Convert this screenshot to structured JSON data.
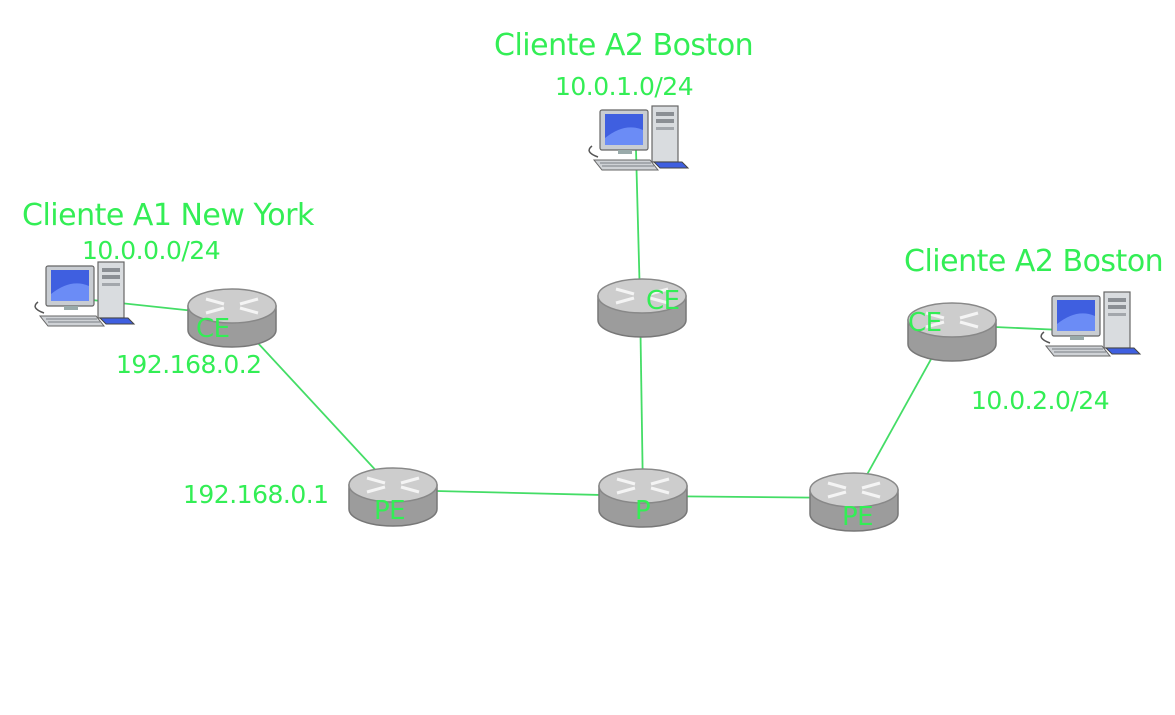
{
  "colors": {
    "label": "#33ee55",
    "link": "#44dd66",
    "router_top": "#c8c8c8",
    "router_side": "#9c9c9c"
  },
  "sites": {
    "new_york": {
      "name": "Cliente A1 New York",
      "subnet": "10.0.0.0/24"
    },
    "boston_top": {
      "name": "Cliente A2 Boston",
      "subnet": "10.0.1.0/24"
    },
    "boston_right": {
      "name": "Cliente A2 Boston",
      "subnet": "10.0.2.0/24"
    }
  },
  "routers": {
    "ce_left": {
      "tag": "CE",
      "ip": "192.168.0.2"
    },
    "ce_top": {
      "tag": "CE"
    },
    "ce_right": {
      "tag": "CE"
    },
    "pe_left": {
      "tag": "PE",
      "ip": "192.168.0.1"
    },
    "p_core": {
      "tag": "P"
    },
    "pe_right": {
      "tag": "PE"
    }
  },
  "icons": {
    "router": "router-icon",
    "computer": "desktop-computer-icon"
  }
}
